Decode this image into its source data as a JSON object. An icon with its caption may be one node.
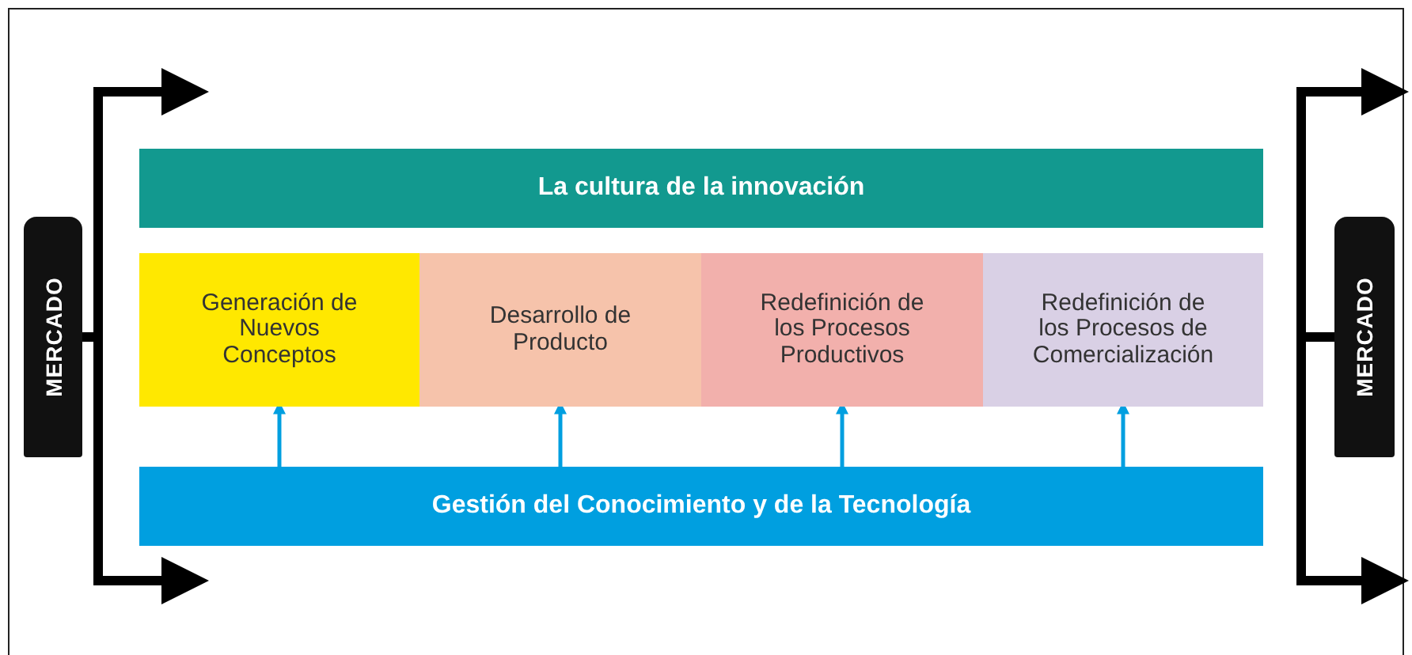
{
  "diagram": {
    "nodes": [
      {
        "text": [
          "La cultura de la innovación"
        ]
      },
      {
        "text": [
          "Generación de Nuevos Conceptos"
        ]
      },
      {
        "text": [
          "Desarrollo de Producto"
        ]
      },
      {
        "text": [
          "Redefinición de los Procesos Productivos"
        ]
      },
      {
        "text": [
          "Redefinición de los Procesos de Comercialización"
        ]
      },
      {
        "text": [
          "Gestión del Conocimiento y de la Tecnología"
        ]
      },
      {
        "text": [
          "MERCADO"
        ]
      },
      {
        "text": [
          "MERCADO"
        ]
      }
    ],
    "edges": [
      {
        "from": 5,
        "to": 1,
        "arrow": "to",
        "color": "#009fe0"
      },
      {
        "from": 5,
        "to": 2,
        "arrow": "to",
        "color": "#009fe0"
      },
      {
        "from": 5,
        "to": 3,
        "arrow": "to",
        "color": "#009fe0"
      },
      {
        "from": 5,
        "to": 4,
        "arrow": "to",
        "color": "#009fe0"
      }
    ]
  }
}
